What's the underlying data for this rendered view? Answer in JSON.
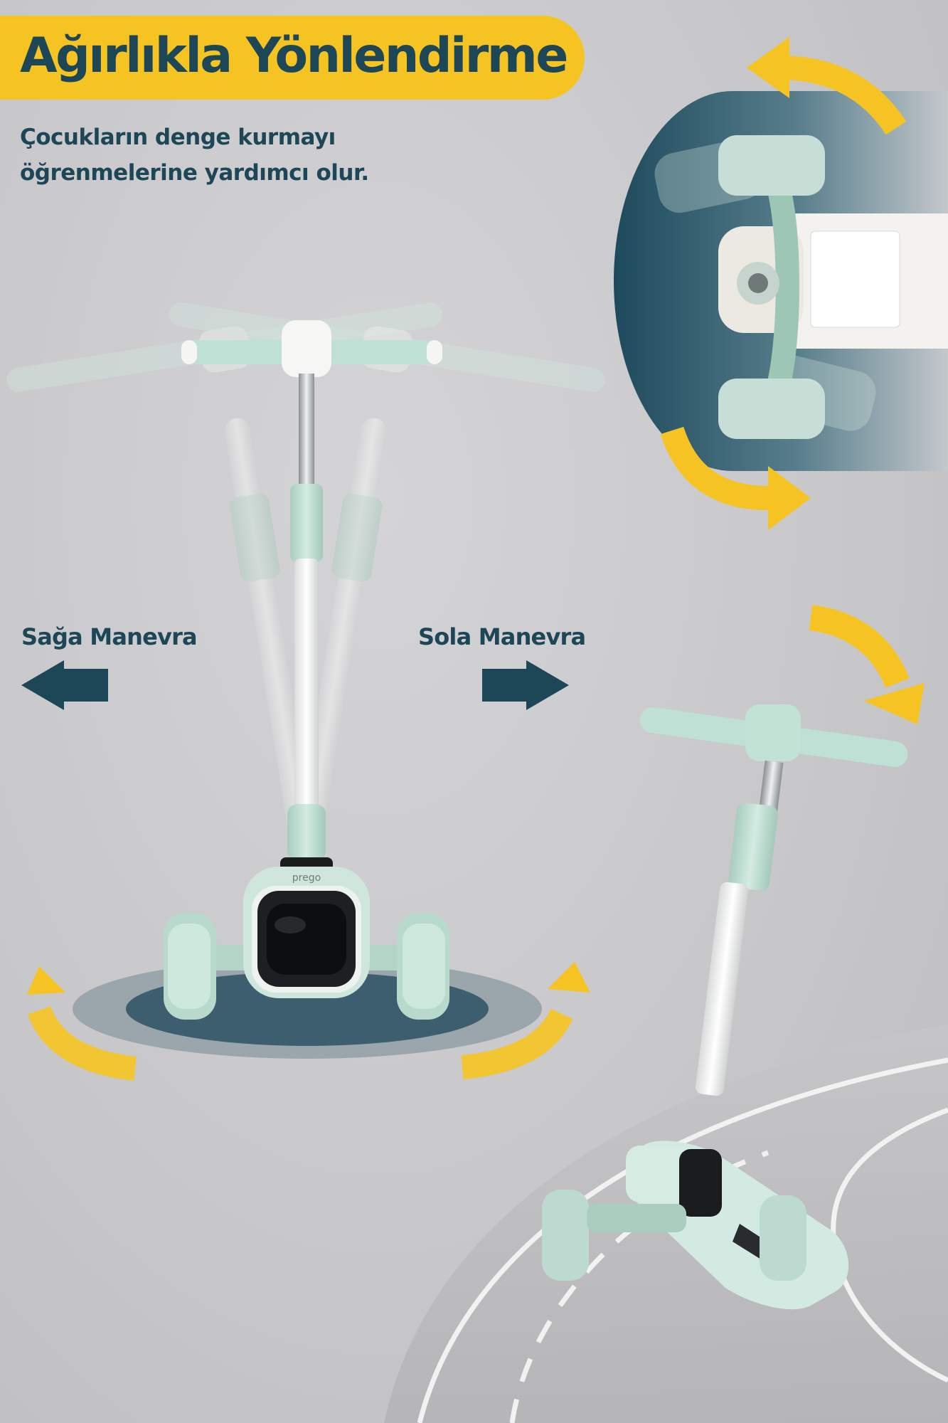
{
  "header": {
    "title": "Ağırlıkla Yönlendirme",
    "subtitle": "Çocukların denge kurmayı öğrenmelerine yardımcı olur."
  },
  "labels": {
    "right_maneuver": "Sağa Manevra",
    "left_maneuver": "Sola Manevra"
  },
  "product": {
    "brand": "prego"
  },
  "icons": {
    "left_arrow": "left-arrow-icon",
    "right_arrow": "right-arrow-icon",
    "rotation_arrow": "curved-arrow-icon"
  },
  "colors": {
    "background": "#c9c9cb",
    "accent_yellow": "#f6c422",
    "navy": "#1d4657",
    "mint": "#bfe0d4",
    "white": "#f7f7f5"
  }
}
